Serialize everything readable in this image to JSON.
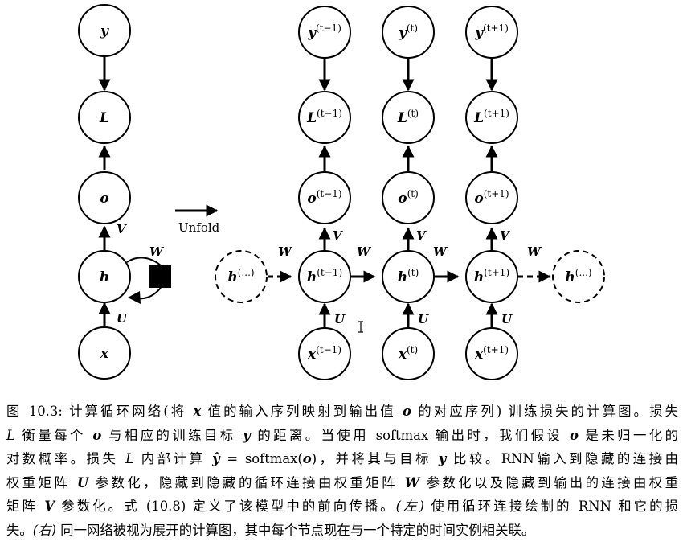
{
  "figure": {
    "unfold_label": "Unfold",
    "left": {
      "nodes": [
        {
          "id": "y",
          "label": "y",
          "sup": ""
        },
        {
          "id": "L",
          "label": "L",
          "sup": ""
        },
        {
          "id": "o",
          "label": "o",
          "sup": ""
        },
        {
          "id": "h",
          "label": "h",
          "sup": ""
        },
        {
          "id": "x",
          "label": "x",
          "sup": ""
        }
      ],
      "edge_labels": {
        "V": "V",
        "W": "W",
        "U": "U"
      }
    },
    "right": {
      "columns": [
        {
          "time": "t-1",
          "y": {
            "label": "y",
            "sup": "(t−1)"
          },
          "L": {
            "label": "L",
            "sup": "(t−1)"
          },
          "o": {
            "label": "o",
            "sup": "(t−1)"
          },
          "h": {
            "label": "h",
            "sup": "(t−1)"
          },
          "x": {
            "label": "x",
            "sup": "(t−1)"
          }
        },
        {
          "time": "t",
          "y": {
            "label": "y",
            "sup": "(t)"
          },
          "L": {
            "label": "L",
            "sup": "(t)"
          },
          "o": {
            "label": "o",
            "sup": "(t)"
          },
          "h": {
            "label": "h",
            "sup": "(t)"
          },
          "x": {
            "label": "x",
            "sup": "(t)"
          }
        },
        {
          "time": "t+1",
          "y": {
            "label": "y",
            "sup": "(t+1)"
          },
          "L": {
            "label": "L",
            "sup": "(t+1)"
          },
          "o": {
            "label": "o",
            "sup": "(t+1)"
          },
          "h": {
            "label": "h",
            "sup": "(t+1)"
          },
          "x": {
            "label": "x",
            "sup": "(t+1)"
          }
        }
      ],
      "dashed_nodes": [
        {
          "label": "h",
          "sup": "(...)"
        },
        {
          "label": "h",
          "sup": "(...)"
        }
      ],
      "edge_labels": {
        "V": "V",
        "W": "W",
        "U": "U"
      }
    }
  },
  "caption": {
    "lines": [
      [
        {
          "t": "图 10.3: 计算循环网络(将 "
        },
        {
          "t": "x",
          "s": "bi"
        },
        {
          "t": " 值的输入序列映射到输出值 "
        },
        {
          "t": "o",
          "s": "bi"
        },
        {
          "t": " 的对应序列) 训练损失的计算图。损失"
        }
      ],
      [
        {
          "t": "L",
          "s": "i"
        },
        {
          "t": " 衡量每个 "
        },
        {
          "t": "o",
          "s": "bi"
        },
        {
          "t": " 与相应的训练目标 "
        },
        {
          "t": "y",
          "s": "bi"
        },
        {
          "t": " 的距离。当使用 softmax 输出时，我们假设 "
        },
        {
          "t": "o",
          "s": "bi"
        },
        {
          "t": " 是未归一化的"
        }
      ],
      [
        {
          "t": "对数概率。损失 "
        },
        {
          "t": "L",
          "s": "i"
        },
        {
          "t": " 内部计算 "
        },
        {
          "t": "ŷ",
          "s": "bi"
        },
        {
          "t": " = softmax("
        },
        {
          "t": "o",
          "s": "bi"
        },
        {
          "t": ")，并将其与目标 "
        },
        {
          "t": "y",
          "s": "bi"
        },
        {
          "t": " 比较。RNN输入到隐藏的连接由"
        }
      ],
      [
        {
          "t": "权重矩阵 "
        },
        {
          "t": "U",
          "s": "bi"
        },
        {
          "t": " 参数化，隐藏到隐藏的循环连接由权重矩阵 "
        },
        {
          "t": "W",
          "s": "bi"
        },
        {
          "t": " 参数化以及隐藏到输出的连接由权重"
        }
      ],
      [
        {
          "t": "矩阵 "
        },
        {
          "t": "V",
          "s": "bi"
        },
        {
          "t": " 参数化。式 (10.8) 定义了该模型中的前向传播。"
        },
        {
          "t": "(左)",
          "s": "i"
        },
        {
          "t": " 使用循环连接绘制的 RNN 和它的损"
        }
      ],
      [
        {
          "t": "失。"
        },
        {
          "t": "(右)",
          "s": "i"
        },
        {
          "t": " 同一网络被视为展开的计算图，其中每个节点现在与一个特定的时间实例相关联。"
        }
      ]
    ]
  }
}
